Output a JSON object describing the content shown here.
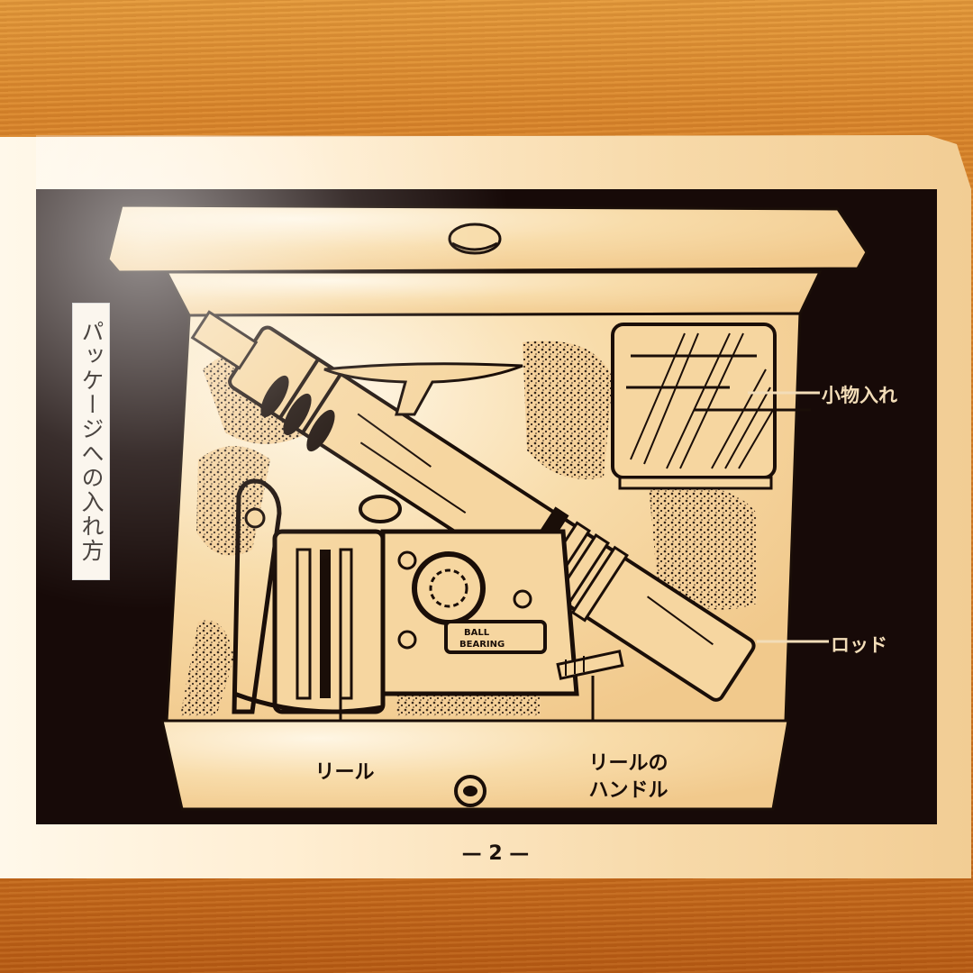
{
  "document": {
    "section_title": "パッケージへの入れ方",
    "page_number": "— 2 —",
    "illustration": {
      "subject": "fishing-rod-and-reel-package-box",
      "reel_body_text": [
        "BALL",
        "BEARING"
      ]
    },
    "callouts": {
      "small_case": "小物入れ",
      "rod": "ロッド",
      "reel": "リール",
      "reel_handle_line1": "リールの",
      "reel_handle_line2": "ハンドル"
    }
  },
  "colors": {
    "ink": "#1a0e08",
    "paper": "#f7d9a8",
    "frame": "#170a08",
    "label_light": "#f3ddb8",
    "wood": "#c96f1f"
  }
}
